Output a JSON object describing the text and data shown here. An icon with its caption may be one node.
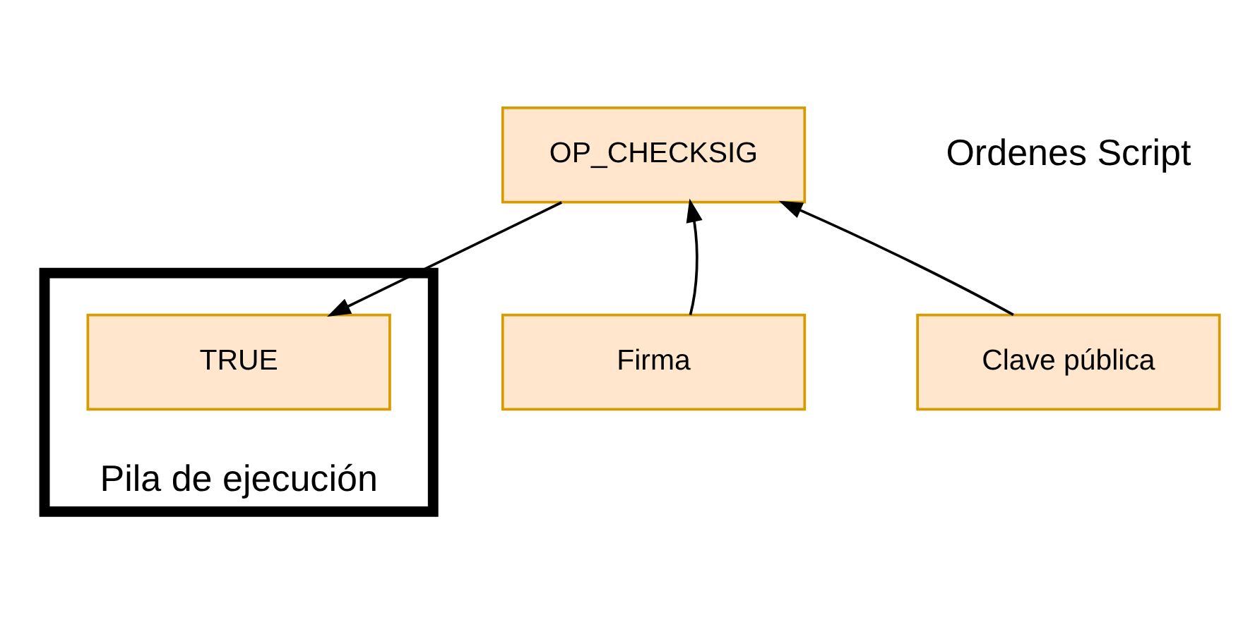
{
  "diagram": {
    "nodes": [
      {
        "text": [
          "OP_CHECKSIG"
        ]
      },
      {
        "text": [
          "Pila de ejecución"
        ]
      },
      {
        "text": [
          "TRUE"
        ],
        "in": 1
      },
      {
        "text": [
          "Firma"
        ]
      },
      {
        "text": [
          "Clave pública"
        ]
      }
    ],
    "edges": [
      {
        "from": 0,
        "to": 2,
        "arrow": "to"
      },
      {
        "from": 3,
        "to": 0,
        "arrow": "to"
      },
      {
        "from": 4,
        "to": 0,
        "arrow": "to"
      }
    ],
    "labels": [
      "Ordenes Script"
    ]
  }
}
